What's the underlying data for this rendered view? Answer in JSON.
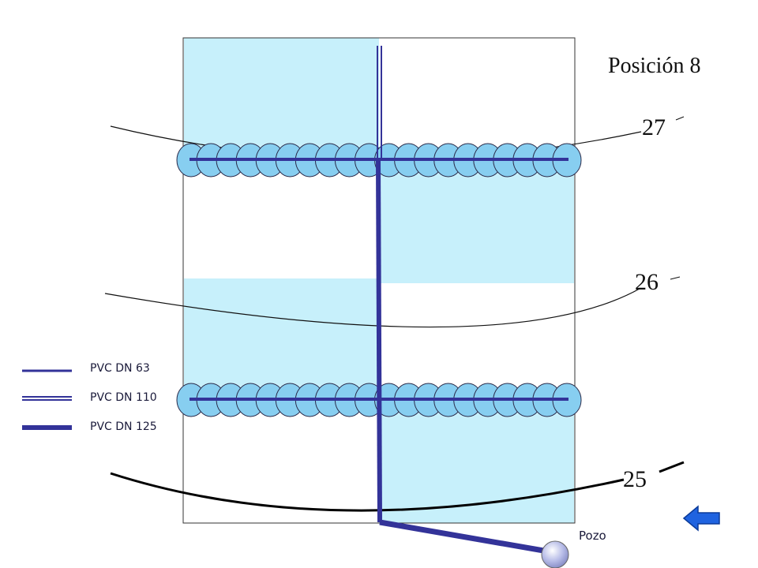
{
  "title": "Posición 8",
  "contours": [
    {
      "label": "27"
    },
    {
      "label": "26"
    },
    {
      "label": "25"
    }
  ],
  "legend": [
    {
      "label": "PVC DN 63",
      "style": "thin-line"
    },
    {
      "label": "PVC DN 110",
      "style": "double-line"
    },
    {
      "label": "PVC DN 125",
      "style": "thick-line"
    }
  ],
  "well": {
    "label": "Pozo"
  },
  "emitter_rows": [
    {
      "emitters": 20
    },
    {
      "emitters": 20
    }
  ],
  "nav": {
    "icon": "back-arrow-icon"
  },
  "colors": {
    "irrigated_area": "#c7f0fb",
    "pipe": "#333399",
    "emitter": "#87cef0",
    "well": "#b8bde8",
    "back_arrow": "#1f63e0"
  }
}
